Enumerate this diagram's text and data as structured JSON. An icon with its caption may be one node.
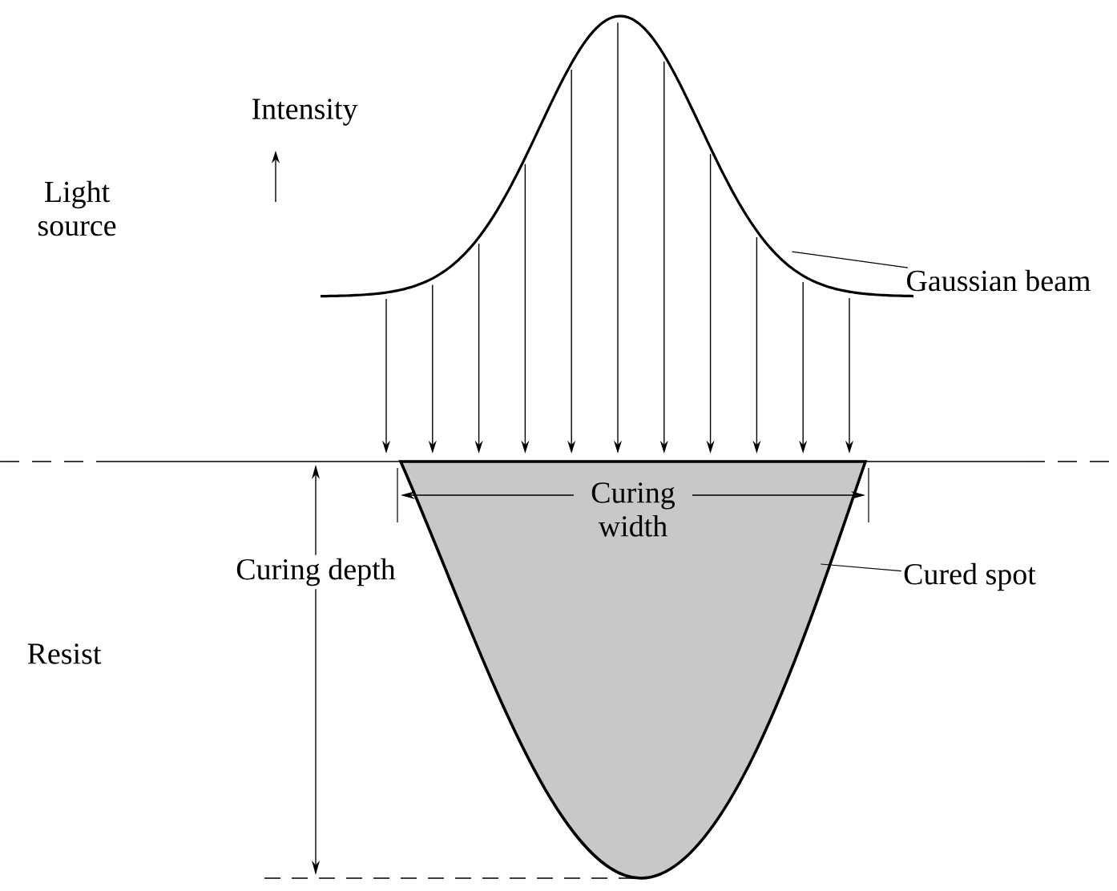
{
  "diagram": {
    "nodes": [
      {
        "text": [
          "Gaussian beam"
        ]
      },
      {
        "text": [],
        "shape": "curve"
      },
      {
        "text": [
          "Cured spot"
        ]
      },
      {
        "text": [],
        "shape": "spot"
      }
    ],
    "edges": [
      {
        "from": 0,
        "to": 1,
        "arrow": "none"
      },
      {
        "from": 2,
        "to": 3,
        "arrow": "none"
      }
    ],
    "labels": [
      "Intensity",
      "Light source",
      "Curing width",
      "Curing depth",
      "Resist"
    ]
  }
}
